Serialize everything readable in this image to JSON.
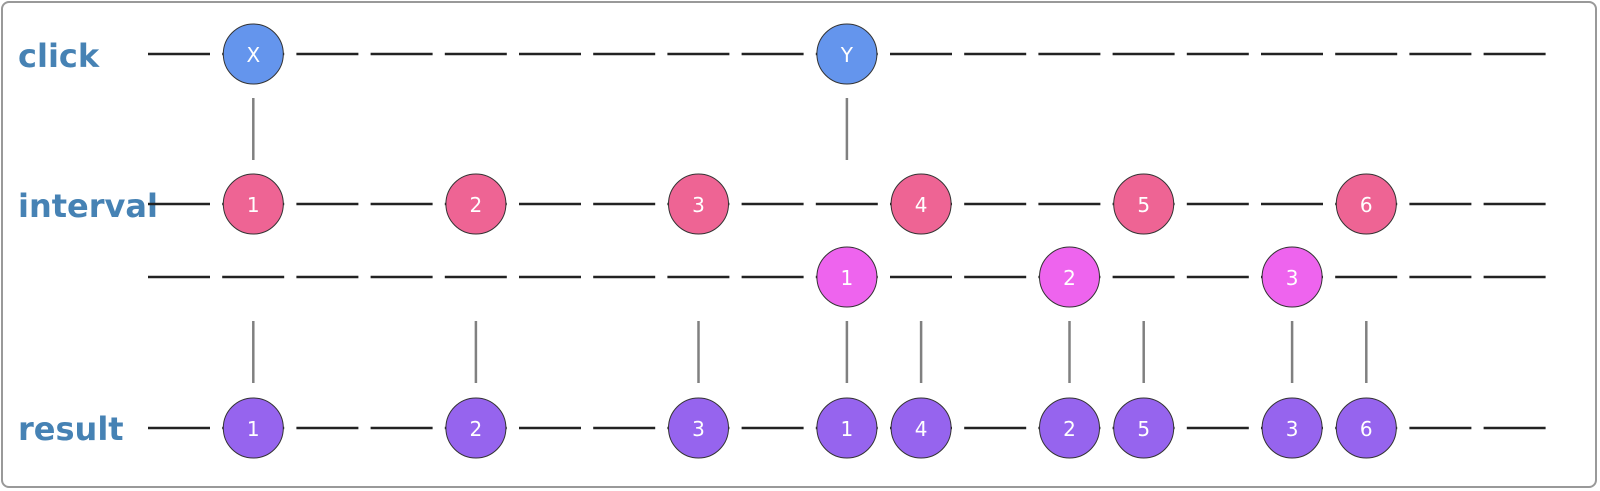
{
  "colors": {
    "label": "#4682b4",
    "track": "#222222",
    "connector": "#808080",
    "marble_stroke": "#333333",
    "click": "#6495ed",
    "interval": "#ee6494",
    "inner": "#ee64ee",
    "result": "#9664ee"
  },
  "diagram": {
    "rows": [
      {
        "key": "click",
        "label": "click",
        "color": "#6495ed",
        "slots": 19,
        "marbles": [
          {
            "slot": 1,
            "text": "X"
          },
          {
            "slot": 9,
            "text": "Y"
          }
        ]
      },
      {
        "key": "interval",
        "label": "interval",
        "color": "#ee6494",
        "slots": 19,
        "marbles": [
          {
            "slot": 1,
            "text": "1"
          },
          {
            "slot": 4,
            "text": "2"
          },
          {
            "slot": 7,
            "text": "3"
          },
          {
            "slot": 10,
            "text": "4"
          },
          {
            "slot": 13,
            "text": "5"
          },
          {
            "slot": 16,
            "text": "6"
          }
        ]
      },
      {
        "key": "inner",
        "label": "",
        "color": "#ee64ee",
        "slots": 19,
        "marbles": [
          {
            "slot": 9,
            "text": "1"
          },
          {
            "slot": 12,
            "text": "2"
          },
          {
            "slot": 15,
            "text": "3"
          }
        ]
      },
      {
        "key": "result",
        "label": "result",
        "color": "#9664ee",
        "slots": 19,
        "marbles": [
          {
            "slot": 1,
            "text": "1"
          },
          {
            "slot": 4,
            "text": "2"
          },
          {
            "slot": 7,
            "text": "3"
          },
          {
            "slot": 9,
            "text": "1"
          },
          {
            "slot": 10,
            "text": "4"
          },
          {
            "slot": 12,
            "text": "2"
          },
          {
            "slot": 13,
            "text": "5"
          },
          {
            "slot": 15,
            "text": "3"
          },
          {
            "slot": 16,
            "text": "6"
          }
        ]
      }
    ],
    "connectors": [
      {
        "between": [
          "click",
          "interval"
        ],
        "slots": [
          1,
          9
        ]
      },
      {
        "between": [
          "inner",
          "result"
        ],
        "slots": [
          1,
          4,
          7,
          9,
          10,
          12,
          13,
          15,
          16
        ]
      }
    ]
  }
}
